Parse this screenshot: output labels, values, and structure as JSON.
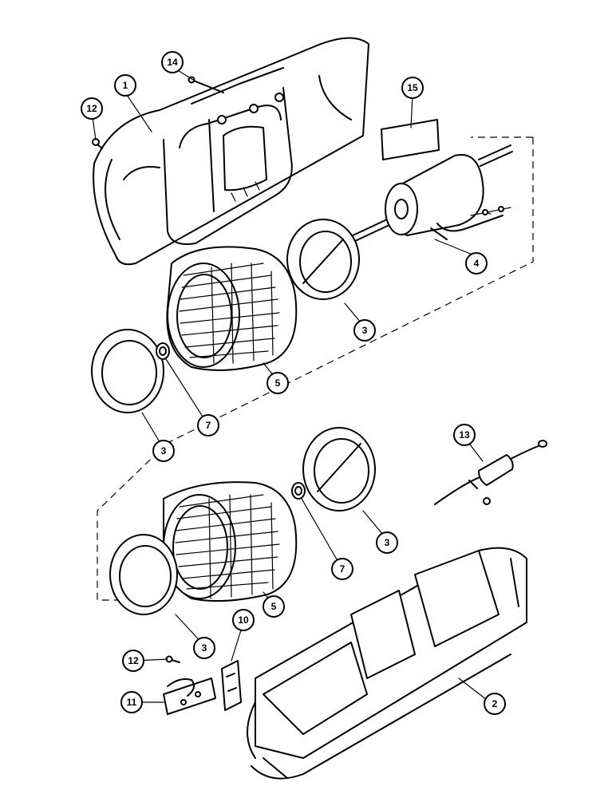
{
  "callouts": [
    {
      "id": "c1",
      "label": "1"
    },
    {
      "id": "c2",
      "label": "2"
    },
    {
      "id": "c3a",
      "label": "3"
    },
    {
      "id": "c3b",
      "label": "3"
    },
    {
      "id": "c3c",
      "label": "3"
    },
    {
      "id": "c3d",
      "label": "3"
    },
    {
      "id": "c4",
      "label": "4"
    },
    {
      "id": "c5a",
      "label": "5"
    },
    {
      "id": "c5b",
      "label": "5"
    },
    {
      "id": "c7a",
      "label": "7"
    },
    {
      "id": "c7b",
      "label": "7"
    },
    {
      "id": "c10",
      "label": "10"
    },
    {
      "id": "c11",
      "label": "11"
    },
    {
      "id": "c12a",
      "label": "12"
    },
    {
      "id": "c12b",
      "label": "12"
    },
    {
      "id": "c13",
      "label": "13"
    },
    {
      "id": "c14",
      "label": "14"
    },
    {
      "id": "c15",
      "label": "15"
    }
  ]
}
